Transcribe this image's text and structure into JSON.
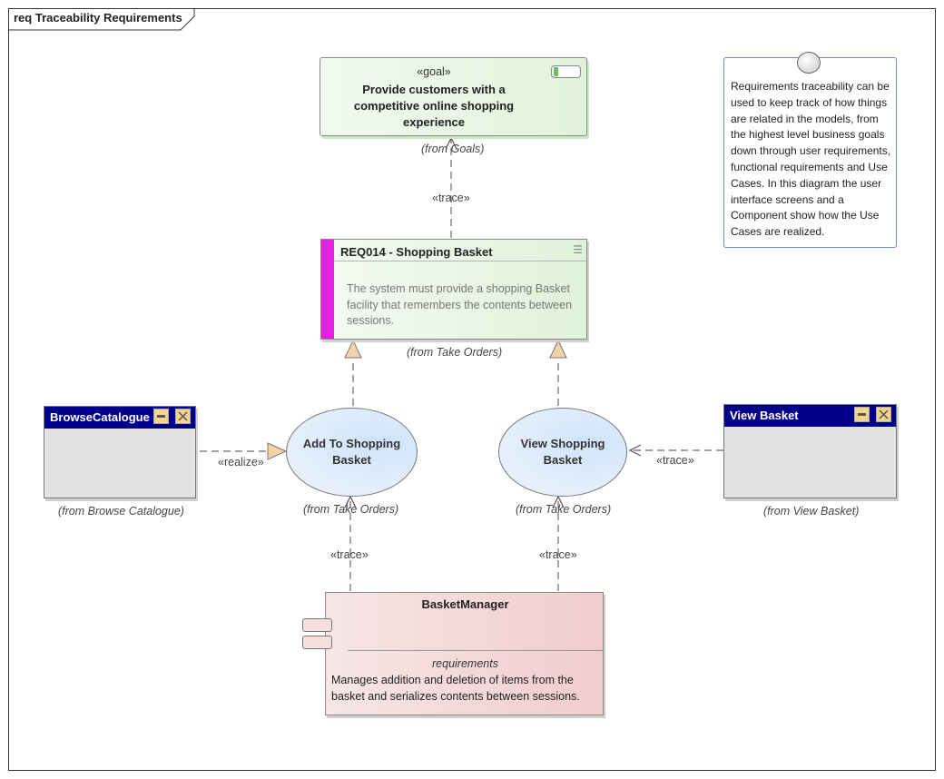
{
  "frame": {
    "title": "req Traceability Requirements"
  },
  "goal": {
    "stereotype": "«goal»",
    "title": "Provide customers with a competitive online shopping experience",
    "from": "(from Goals)"
  },
  "requirement": {
    "title": "REQ014 - Shopping Basket",
    "body": "The system must provide a shopping Basket facility that remembers the contents between sessions.",
    "from": "(from Take Orders)",
    "color": "#e81fe0"
  },
  "note": {
    "text": "Requirements traceability can be used to keep track of how things are related in the models, from the highest level business goals down through user requirements, functional requirements and Use Cases.  In this diagram the user interface screens and a Component show how the Use Cases are realized."
  },
  "screens": {
    "browse": {
      "title": "BrowseCatalogue",
      "from": "(from Browse Catalogue)"
    },
    "view": {
      "title": "View Basket",
      "from": "(from View Basket)"
    }
  },
  "usecases": {
    "add": {
      "title": "Add To Shopping Basket",
      "from": "(from Take Orders)"
    },
    "view": {
      "title": "View Shopping Basket",
      "from": "(from Take Orders)"
    }
  },
  "component": {
    "title": "BasketManager",
    "section": "requirements",
    "body": "Manages addition and deletion of items from the basket and serializes contents between sessions."
  },
  "connectors": {
    "goal_trace": "«trace»",
    "browse_realize": "«realize»",
    "view_trace": "«trace»",
    "comp_trace_add": "«trace»",
    "comp_trace_view": "«trace»"
  },
  "colors": {
    "window_title": "#00008b",
    "note_border": "#6a8fb8"
  }
}
